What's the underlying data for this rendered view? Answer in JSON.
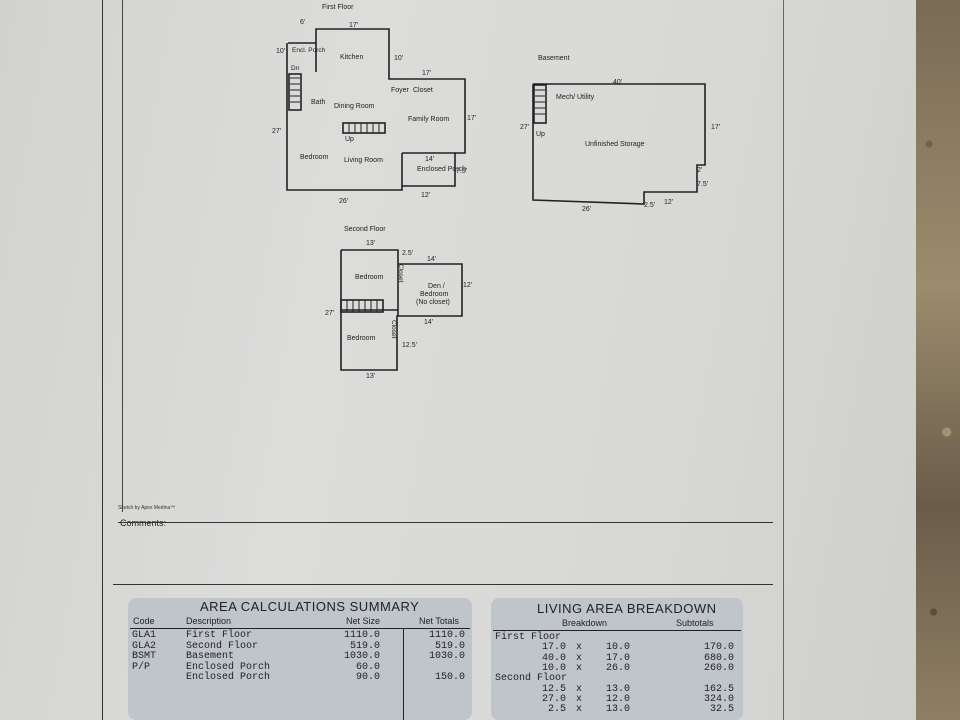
{
  "first_floor": {
    "title": "First Floor",
    "rooms": [
      "Encl. Porch",
      "Dn",
      "Kitchen",
      "Foyer",
      "Closet",
      "Bath",
      "Dining Room",
      "Family Room",
      "Up",
      "Bedroom",
      "Living Room",
      "Enclosed Porch"
    ],
    "dims": [
      "6'",
      "17'",
      "10'",
      "10'",
      "17'",
      "27'",
      "17'",
      "14'",
      "7.5'",
      "12'",
      "26'"
    ]
  },
  "basement": {
    "title": "Basement",
    "rooms": [
      "Mech/ Utility",
      "Up",
      "Unfinished Storage"
    ],
    "dims": [
      "40'",
      "27'",
      "17'",
      "2'",
      "7.5'",
      "26'",
      "2.5'",
      "12'"
    ]
  },
  "second_floor": {
    "title": "Second Floor",
    "rooms": [
      "Bedroom",
      "Closet",
      "Den /",
      "Bedroom",
      "(No closet)",
      "Closet",
      "Bedroom"
    ],
    "dims": [
      "13'",
      "2.5'",
      "14'",
      "12'",
      "27'",
      "14'",
      "12.5'",
      "13'"
    ]
  },
  "sketch_credit": "Sketch by Apex Medina™",
  "comments_label": "Comments:",
  "area_summary": {
    "title": "AREA CALCULATIONS SUMMARY",
    "headers": {
      "code": "Code",
      "description": "Description",
      "net_size": "Net Size",
      "net_totals": "Net Totals"
    },
    "rows": [
      {
        "code": "GLA1",
        "description": "First Floor",
        "net_size": "1110.0",
        "net_total": "1110.0"
      },
      {
        "code": "GLA2",
        "description": "Second Floor",
        "net_size": "519.0",
        "net_total": "519.0"
      },
      {
        "code": "BSMT",
        "description": "Basement",
        "net_size": "1030.0",
        "net_total": "1030.0"
      },
      {
        "code": "P/P",
        "description": "Enclosed Porch",
        "net_size": "60.0",
        "net_total": ""
      },
      {
        "code": "",
        "description": "Enclosed Porch",
        "net_size": "90.0",
        "net_total": "150.0"
      }
    ]
  },
  "living_breakdown": {
    "title": "LIVING AREA BREAKDOWN",
    "headers": {
      "breakdown": "Breakdown",
      "subtotals": "Subtotals"
    },
    "sections": [
      {
        "label": "First Floor",
        "rows": [
          {
            "a": "17.0",
            "x": "x",
            "b": "10.0",
            "subtotal": "170.0"
          },
          {
            "a": "40.0",
            "x": "x",
            "b": "17.0",
            "subtotal": "680.0"
          },
          {
            "a": "10.0",
            "x": "x",
            "b": "26.0",
            "subtotal": "260.0"
          }
        ]
      },
      {
        "label": "Second Floor",
        "rows": [
          {
            "a": "12.5",
            "x": "x",
            "b": "13.0",
            "subtotal": "162.5"
          },
          {
            "a": "27.0",
            "x": "x",
            "b": "12.0",
            "subtotal": "324.0"
          },
          {
            "a": "2.5",
            "x": "x",
            "b": "13.0",
            "subtotal": "32.5"
          }
        ]
      }
    ]
  }
}
